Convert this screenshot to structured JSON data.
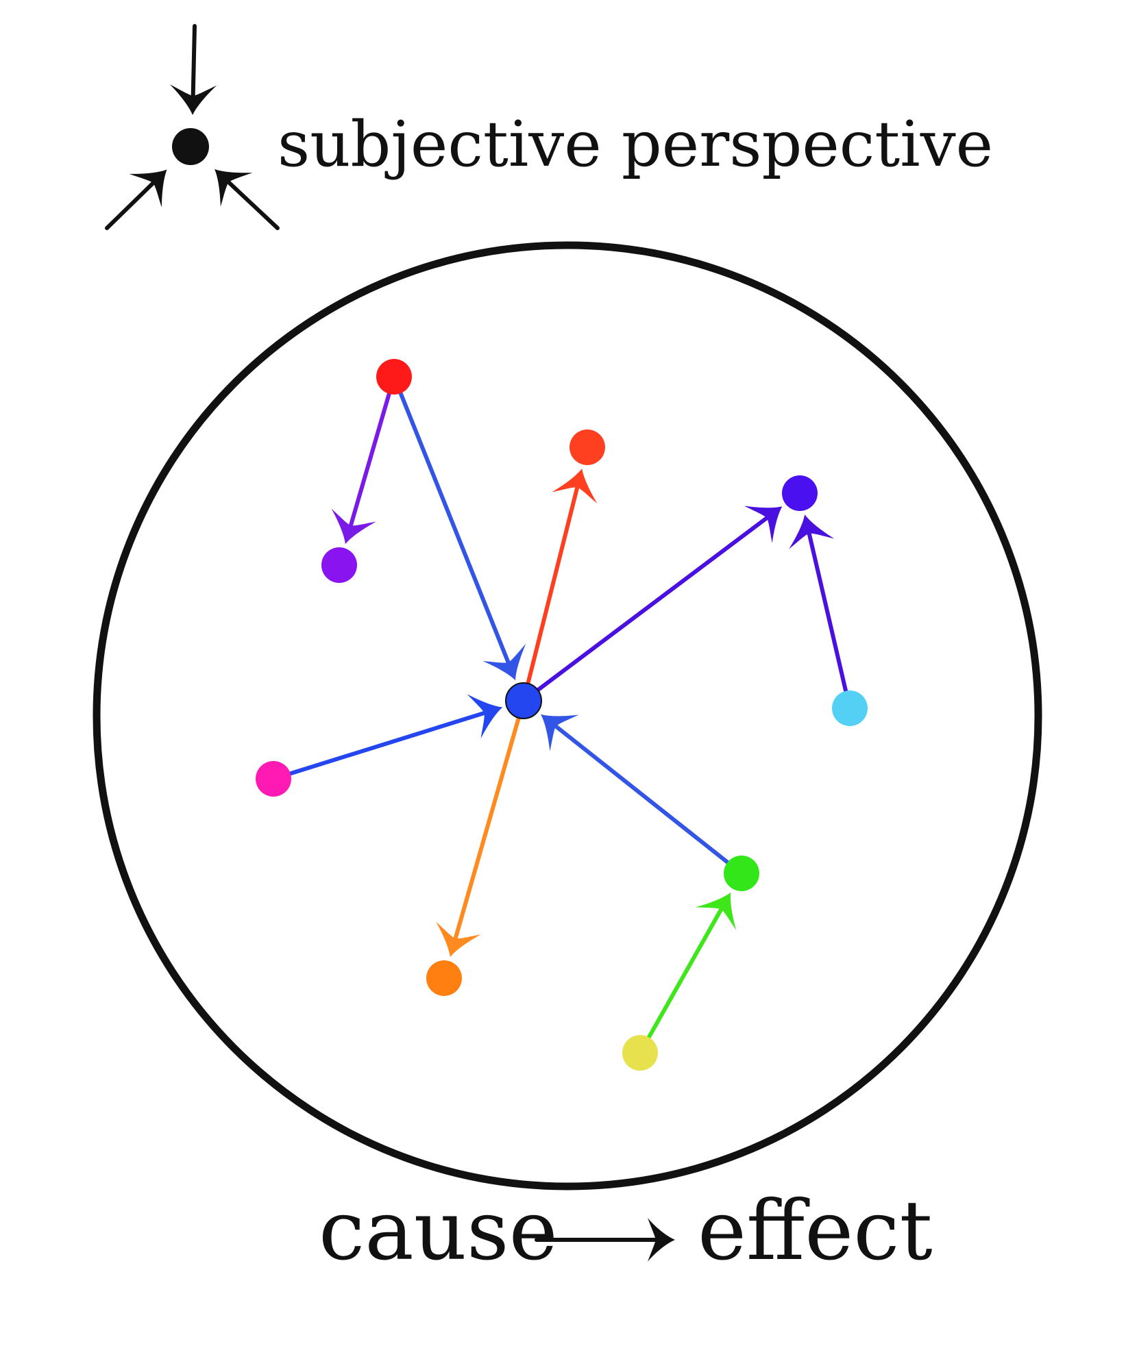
{
  "legend": {
    "label": "subjective perspective",
    "color": "#111111"
  },
  "caption": {
    "cause": "cause",
    "effect": "effect",
    "color": "#111111"
  },
  "diagram": {
    "boundary": {
      "shape": "circle",
      "stroke_color": "#111111"
    },
    "nodes": [
      {
        "id": "red",
        "color": "#ff1a1a"
      },
      {
        "id": "purple",
        "color": "#8a14f0"
      },
      {
        "id": "orange-red",
        "color": "#ff4020"
      },
      {
        "id": "indigo",
        "color": "#4a10f0"
      },
      {
        "id": "center-blue",
        "color": "#2346f0"
      },
      {
        "id": "light-blue",
        "color": "#55d0f5"
      },
      {
        "id": "magenta",
        "color": "#ff1ab4"
      },
      {
        "id": "green",
        "color": "#33e61a"
      },
      {
        "id": "orange",
        "color": "#ff8010"
      },
      {
        "id": "yellow",
        "color": "#e6e14d"
      }
    ],
    "edges": [
      {
        "from": "red",
        "to": "purple",
        "color": "#7a1ae6"
      },
      {
        "from": "red",
        "to": "center-blue",
        "color": "#3355e6"
      },
      {
        "from": "center-blue",
        "to": "orange-red",
        "color": "#ff4020"
      },
      {
        "from": "center-blue",
        "to": "indigo",
        "color": "#4a10e0"
      },
      {
        "from": "light-blue",
        "to": "indigo",
        "color": "#4a10e0"
      },
      {
        "from": "magenta",
        "to": "center-blue",
        "color": "#2346f0"
      },
      {
        "from": "green",
        "to": "center-blue",
        "color": "#3355e6"
      },
      {
        "from": "center-blue",
        "to": "orange",
        "color": "#ff8a20"
      },
      {
        "from": "yellow",
        "to": "green",
        "color": "#3ee61a"
      }
    ]
  }
}
